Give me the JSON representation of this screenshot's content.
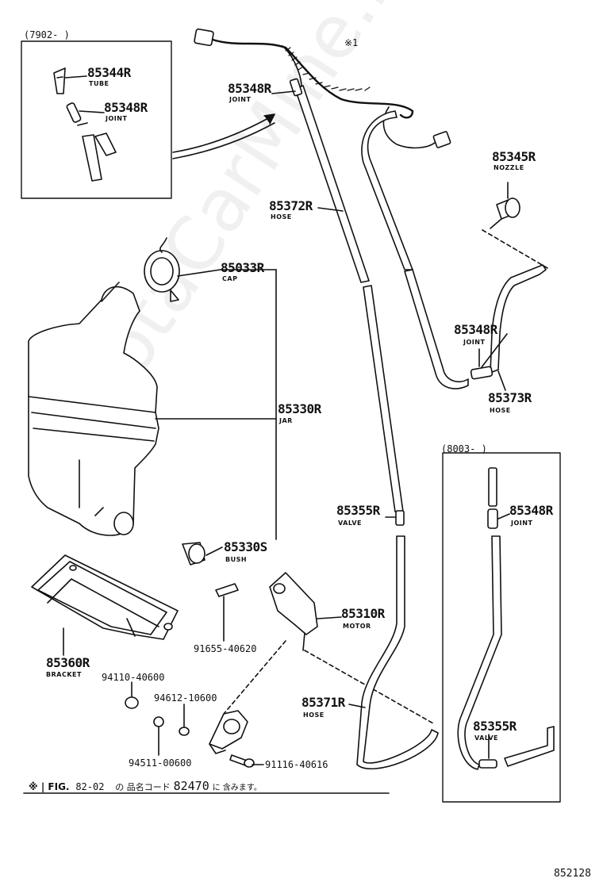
{
  "labels": {
    "range_1": "(7902-    )",
    "range_2": "(8003-    )",
    "star_1": "※1",
    "p_85344R": "85344R",
    "p_85344R_name": "TUBE",
    "p_85348R_a": "85348R",
    "p_85348R_a_name": "JOINT",
    "p_85348R_b": "85348R",
    "p_85348R_b_name": "JOINT",
    "p_85372R": "85372R",
    "p_85372R_name": "HOSE",
    "p_85345R": "85345R",
    "p_85345R_name": "NOZZLE",
    "p_85033R": "85033R",
    "p_85033R_name": "CAP",
    "p_85348R_c": "85348R",
    "p_85348R_c_name": "JOINT",
    "p_85373R": "85373R",
    "p_85373R_name": "HOSE",
    "p_85330R": "85330R",
    "p_85330R_name": "JAR",
    "p_85348R_d": "85348R",
    "p_85348R_d_name": "JOINT",
    "p_85355R_a": "85355R",
    "p_85355R_a_name": "VALVE",
    "p_85330S": "85330S",
    "p_85330S_name": "BUSH",
    "p_85310R": "85310R",
    "p_85310R_name": "MOTOR",
    "p_91655": "91655-40620",
    "p_85360R": "85360R",
    "p_85360R_name": "BRACKET",
    "p_94110": "94110-40600",
    "p_94612": "94612-10600",
    "p_85371R": "85371R",
    "p_85371R_name": "HOSE",
    "p_85355R_b": "85355R",
    "p_85355R_b_name": "VALVE",
    "p_94511": "94511-00600",
    "p_91116": "91116-40616",
    "footnote_mark": "※ | FIG.",
    "footnote_fig": "82-02",
    "footnote_mid": "の 品名コード",
    "footnote_code": "82470",
    "footnote_end": "に 含みます。",
    "page_code": "852128"
  },
  "watermark": "ToyotaCarMine.ru"
}
